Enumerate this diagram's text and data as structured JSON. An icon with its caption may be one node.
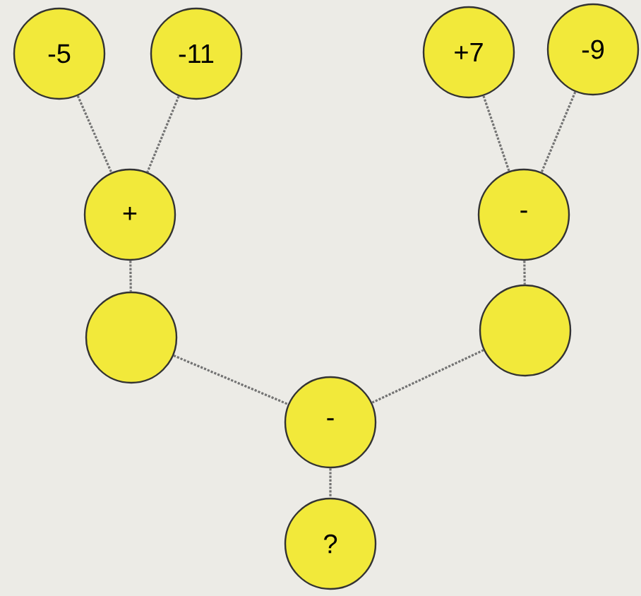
{
  "diagram": {
    "nodes": [
      {
        "text": [
          "-5"
        ]
      },
      {
        "text": [
          "-11"
        ]
      },
      {
        "text": [
          "+7"
        ]
      },
      {
        "text": [
          "-9"
        ]
      },
      {
        "text": [
          "+"
        ]
      },
      {
        "text": [
          "-"
        ]
      },
      {
        "text": [],
        "shape": "circle"
      },
      {
        "text": [],
        "shape": "circle"
      },
      {
        "text": [
          "-"
        ]
      },
      {
        "text": [
          "?"
        ]
      }
    ],
    "edges": [
      {
        "from": 0,
        "to": 4,
        "arrow": "none",
        "style": "dashed"
      },
      {
        "from": 1,
        "to": 4,
        "arrow": "none",
        "style": "dashed"
      },
      {
        "from": 2,
        "to": 5,
        "arrow": "none",
        "style": "dashed"
      },
      {
        "from": 3,
        "to": 5,
        "arrow": "none",
        "style": "dashed"
      },
      {
        "from": 4,
        "to": 6,
        "arrow": "none",
        "style": "dashed"
      },
      {
        "from": 5,
        "to": 7,
        "arrow": "none",
        "style": "dashed"
      },
      {
        "from": 6,
        "to": 8,
        "arrow": "none",
        "style": "dashed"
      },
      {
        "from": 7,
        "to": 8,
        "arrow": "none",
        "style": "dashed"
      },
      {
        "from": 8,
        "to": 9,
        "arrow": "none",
        "style": "dashed"
      }
    ]
  }
}
